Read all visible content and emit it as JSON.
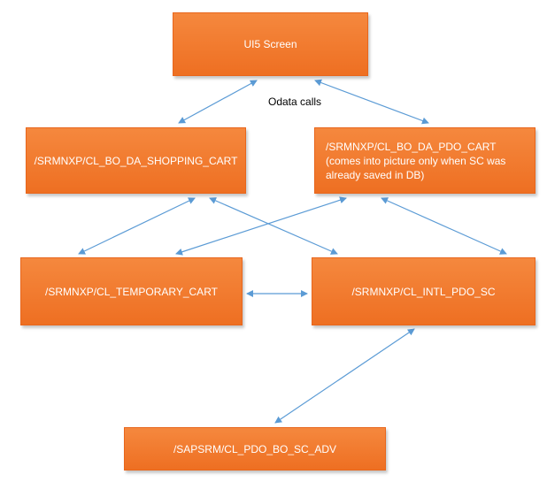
{
  "nodes": {
    "ui5_screen": "UI5 Screen",
    "bo_da_shopping_cart": "/SRMNXP/CL_BO_DA_SHOPPING_CART",
    "bo_da_pdo_cart": "/SRMNXP/CL_BO_DA_PDO_CART\n(comes into picture only when SC was\nalready saved in DB)",
    "temporary_cart": "/SRMNXP/CL_TEMPORARY_CART",
    "intl_pdo_sc": "/SRMNXP/CL_INTL_PDO_SC",
    "pdo_bo_sc_adv": "/SAPSRM/CL_PDO_BO_SC_ADV"
  },
  "edge_label": "Odata calls",
  "colors": {
    "node_fill": "#ef7428",
    "node_text": "#ffffff",
    "connector": "#5b9bd5"
  }
}
